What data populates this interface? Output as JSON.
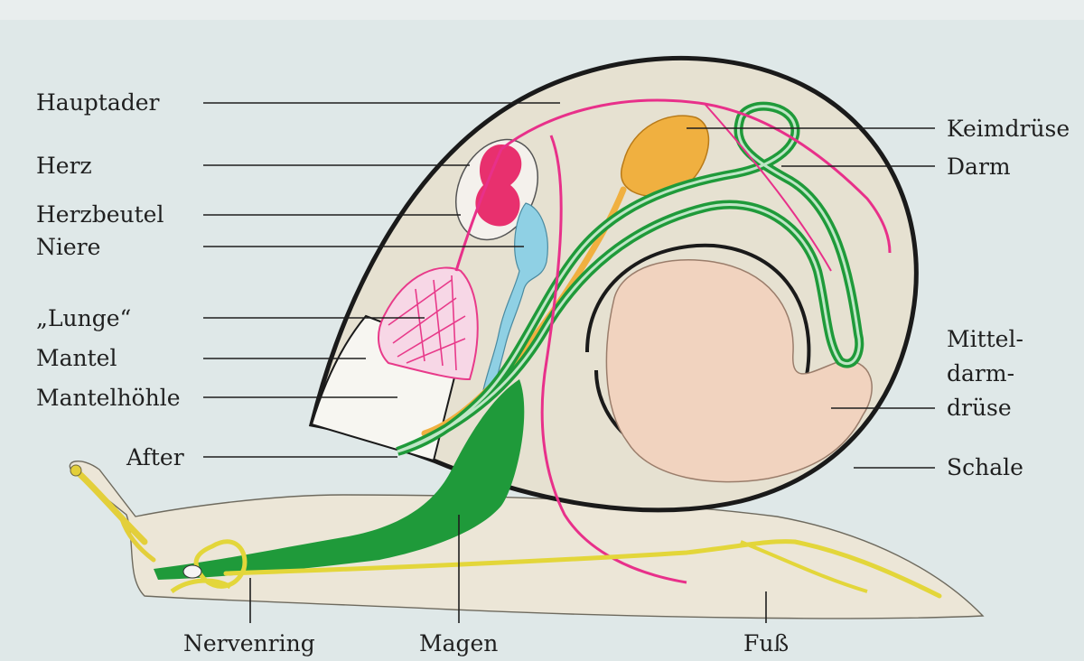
{
  "diagram": {
    "subject": "snail",
    "labels": {
      "hauptader": "Hauptader",
      "herz": "Herz",
      "herzbeutel": "Herzbeutel",
      "niere": "Niere",
      "lunge": "„Lunge“",
      "mantel": "Mantel",
      "mantelhoehle": "Mantelhöhle",
      "after": "After",
      "keimdruese": "Keimdrüse",
      "darm": "Darm",
      "mitteldarmdruese_line1": "Mittel-",
      "mitteldarmdruese_line2": "darm-",
      "mitteldarmdruese_line3": "drüse",
      "schale": "Schale",
      "nervenring": "Nervenring",
      "magen": "Magen",
      "fuss": "Fuß"
    },
    "colors": {
      "background": "#dfe8e8",
      "body": "#ece7da",
      "shell_outline": "#1a1a1a",
      "blood_vessel": "#e8308a",
      "heart": "#e8306e",
      "kidney": "#8fd0e4",
      "gonad": "#f0b040",
      "intestine": "#1f9a3a",
      "digestive_gland": "#f1d3bf",
      "nerve": "#e8d638",
      "lung": "#e83a8a"
    }
  }
}
